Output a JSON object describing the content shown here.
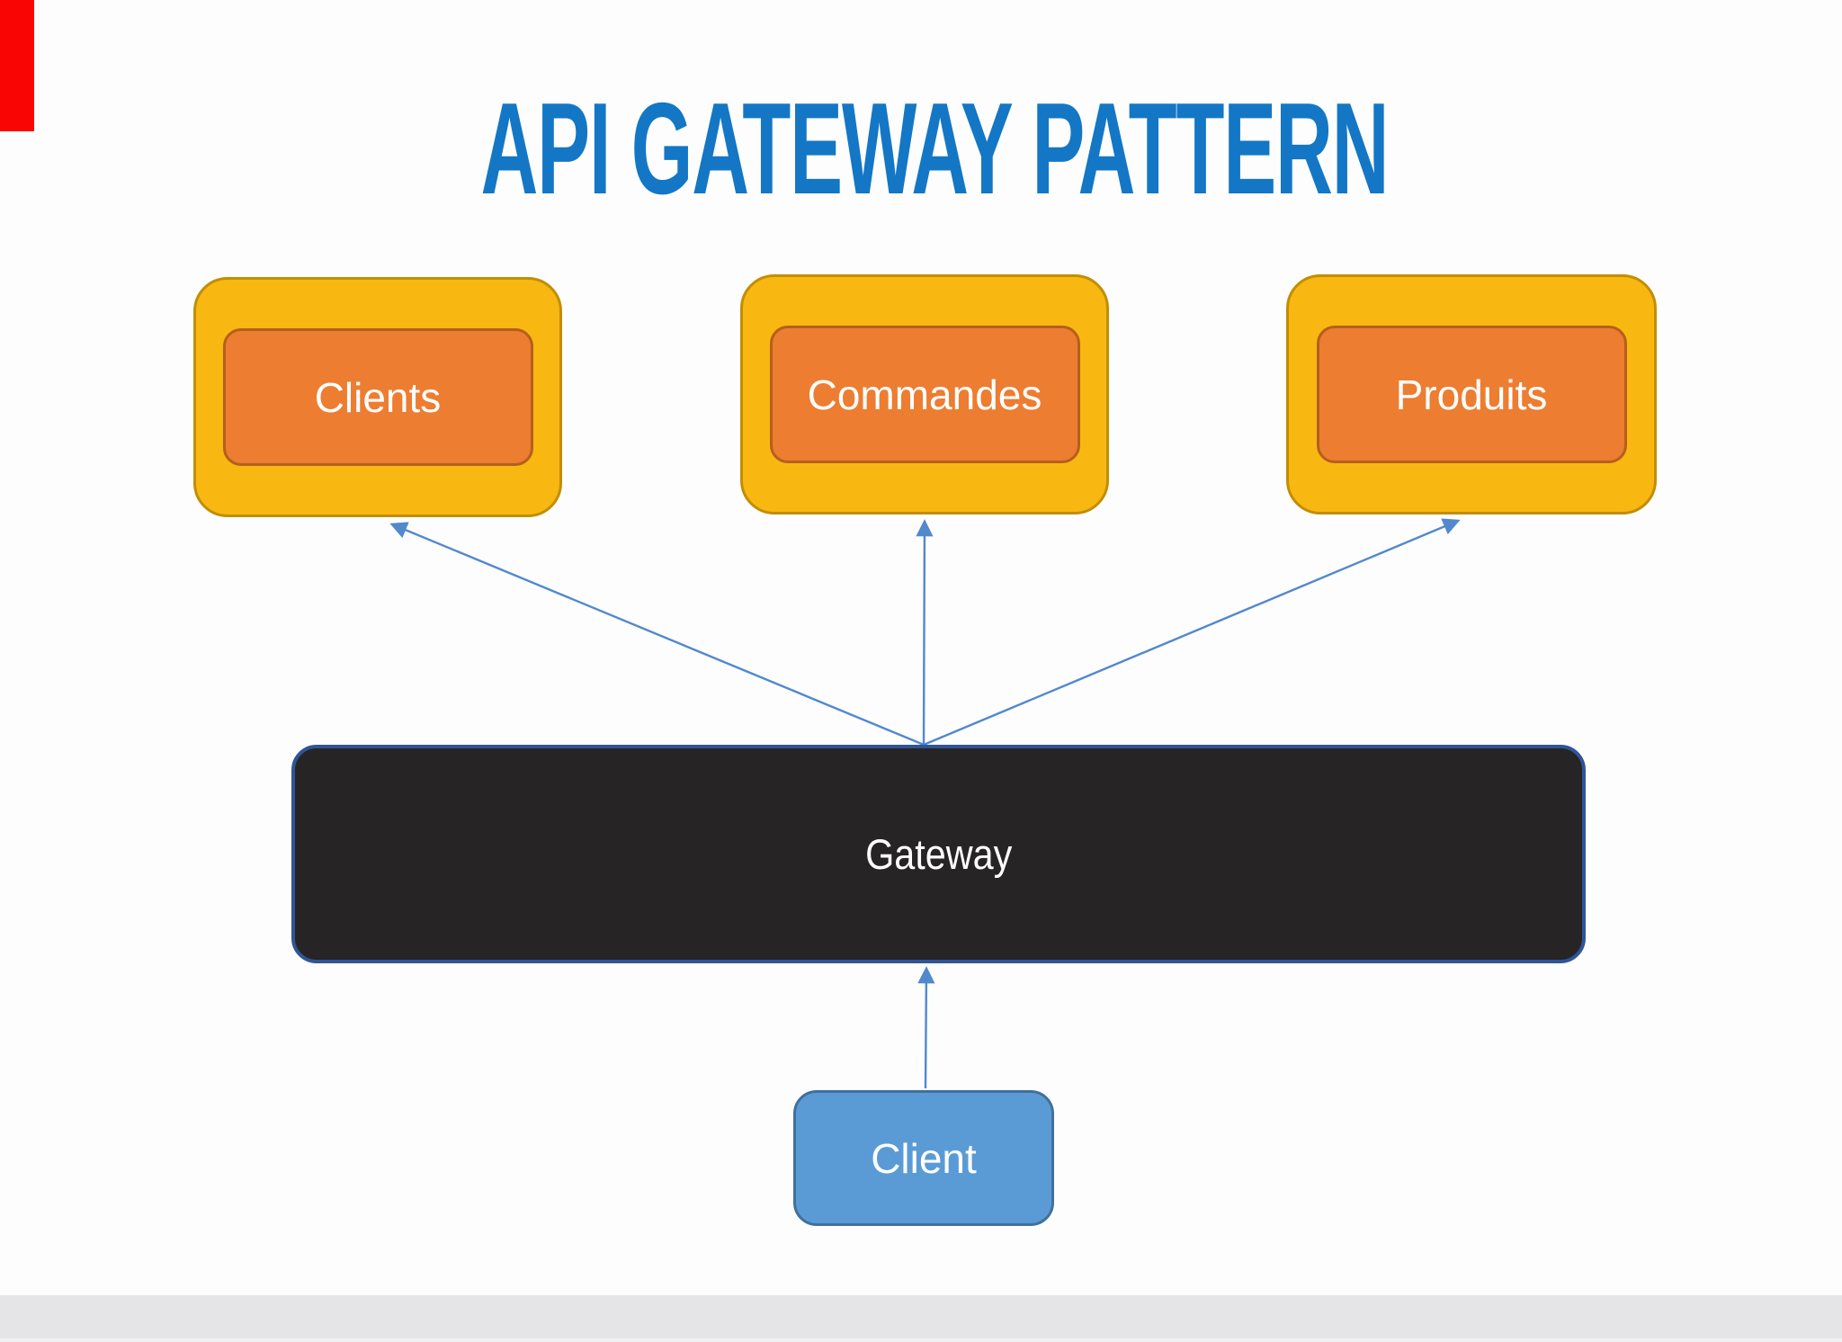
{
  "title": {
    "text": "API GATEWAY PATTERN"
  },
  "services": {
    "clients": {
      "label": "Clients"
    },
    "commandes": {
      "label": "Commandes"
    },
    "produits": {
      "label": "Produits"
    }
  },
  "gateway": {
    "label": "Gateway"
  },
  "client": {
    "label": "Client"
  },
  "colors": {
    "title_text": "#1377C5",
    "service_outer_fill": "#F9B711",
    "service_outer_border": "#C18E04",
    "service_inner_fill": "#ED7D31",
    "service_inner_border": "#B55F1D",
    "gateway_fill": "#262424",
    "gateway_border": "#2F5597",
    "client_fill": "#5B9BD5",
    "client_border": "#40719C",
    "arrow": "#5288CE",
    "footer_bar": "#E5E4E6",
    "red_marker_bar": "#F90503",
    "background": "#FDFDFD"
  }
}
